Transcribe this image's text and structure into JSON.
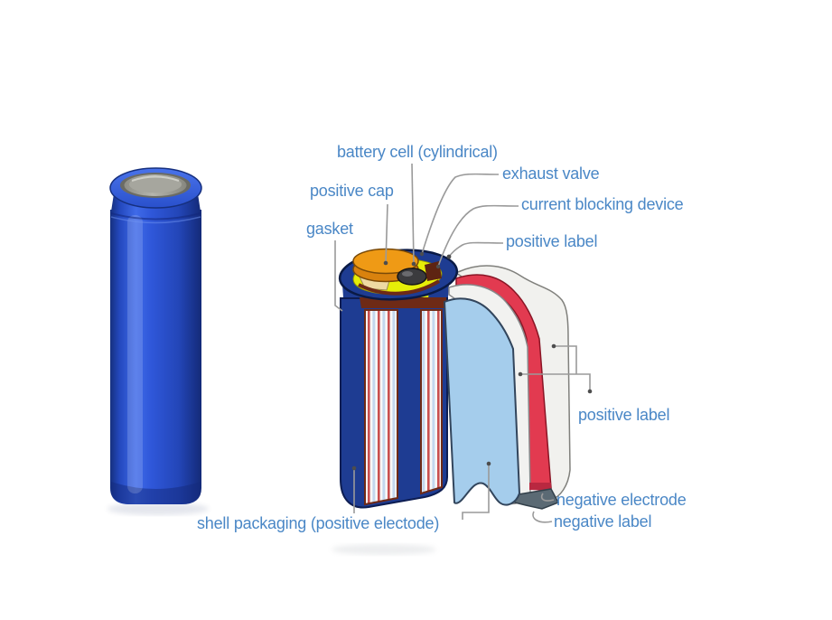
{
  "figure": {
    "labels": {
      "battery_cell": "battery cell (cylindrical)",
      "exhaust_valve": "exhaust valve",
      "positive_cap": "positive cap",
      "current_blocking_device": "current blocking device",
      "gasket": "gasket",
      "positive_label_top": "positive label",
      "positive_label_mid": "positive label",
      "negative_electrode": "negative electrode",
      "negative_label": "negative label",
      "shell_packaging": "shell packaging (positive electode)"
    },
    "colors": {
      "background": "#ffffff",
      "label_text": "#4a87c6",
      "leader_line": "#9a9a9a",
      "battery_body_blue": "#2b55d6",
      "can_navy": "#1e3c92",
      "cap_orange": "#ef9a15",
      "gasket_yellow": "#e6ee08",
      "electrode_red": "#e23a50",
      "separator_light_blue": "#a5cdec",
      "sheet_white": "#f1f1ee",
      "crimp_maroon": "#6e2a16",
      "negative_tab_gray": "#5b6a74",
      "metal_cap_gray": "#a8a8a0"
    }
  }
}
